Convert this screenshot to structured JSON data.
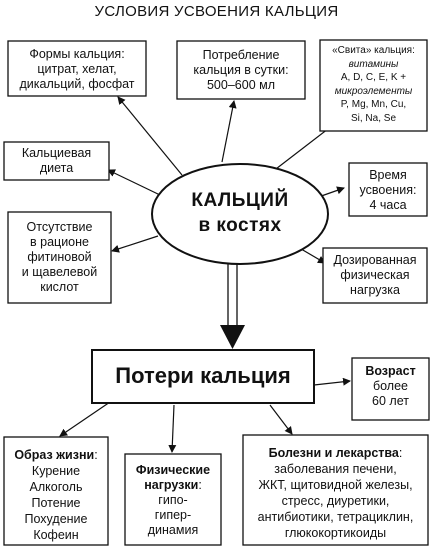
{
  "title": "УСЛОВИЯ УСВОЕНИЯ КАЛЬЦИЯ",
  "center": {
    "line1": "КАЛЬЦИЙ",
    "line2": "в костях"
  },
  "boxes": {
    "forms": {
      "l1": "Формы кальция:",
      "l2": "цитрат, хелат,",
      "l3": "дикальций, фосфат"
    },
    "intake": {
      "l1": "Потребление",
      "l2": "кальция в сутки:",
      "l3": "500–600 мл"
    },
    "retinue": {
      "l1": "«Свита» кальция:",
      "l2": "витамины",
      "l3": "A, D, C, E, K +",
      "l4": "микроэлементы",
      "l5": "P, Mg, Mn, Cu,",
      "l6": "Si, Na, Se"
    },
    "diet": {
      "l1": "Кальциевая",
      "l2": "диета"
    },
    "time": {
      "l1": "Время",
      "l2": "усвоения:",
      "l3": "4 часа"
    },
    "absence": {
      "l1": "Отсутствие",
      "l2": "в рационе",
      "l3": "фитиновой",
      "l4": "и щавелевой",
      "l5": "кислот"
    },
    "load": {
      "l1": "Дозированная",
      "l2": "физическая",
      "l3": "нагрузка"
    },
    "losses": {
      "label": "Потери кальция"
    },
    "age": {
      "l1": "Возраст",
      "l2": "более",
      "l3": "60 лет"
    },
    "lifestyle": {
      "head": "Образ жизни",
      "colon": ":",
      "l1": "Курение",
      "l2": "Алкоголь",
      "l3": "Потение",
      "l4": "Похудение",
      "l5": "Кофеин"
    },
    "physical": {
      "head1": "Физические",
      "head2": "нагрузки",
      "colon": ":",
      "l1": "гипо-",
      "l2": "гипер-",
      "l3": "динамия"
    },
    "diseases": {
      "head": "Болезни и лекарства",
      "colon": ":",
      "l1": "заболевания печени,",
      "l2": "ЖКТ, щитовидной железы,",
      "l3": "стресс, диуретики,",
      "l4": "антибиотики, тетрациклин,",
      "l5": "глюкокортикоиды"
    }
  }
}
